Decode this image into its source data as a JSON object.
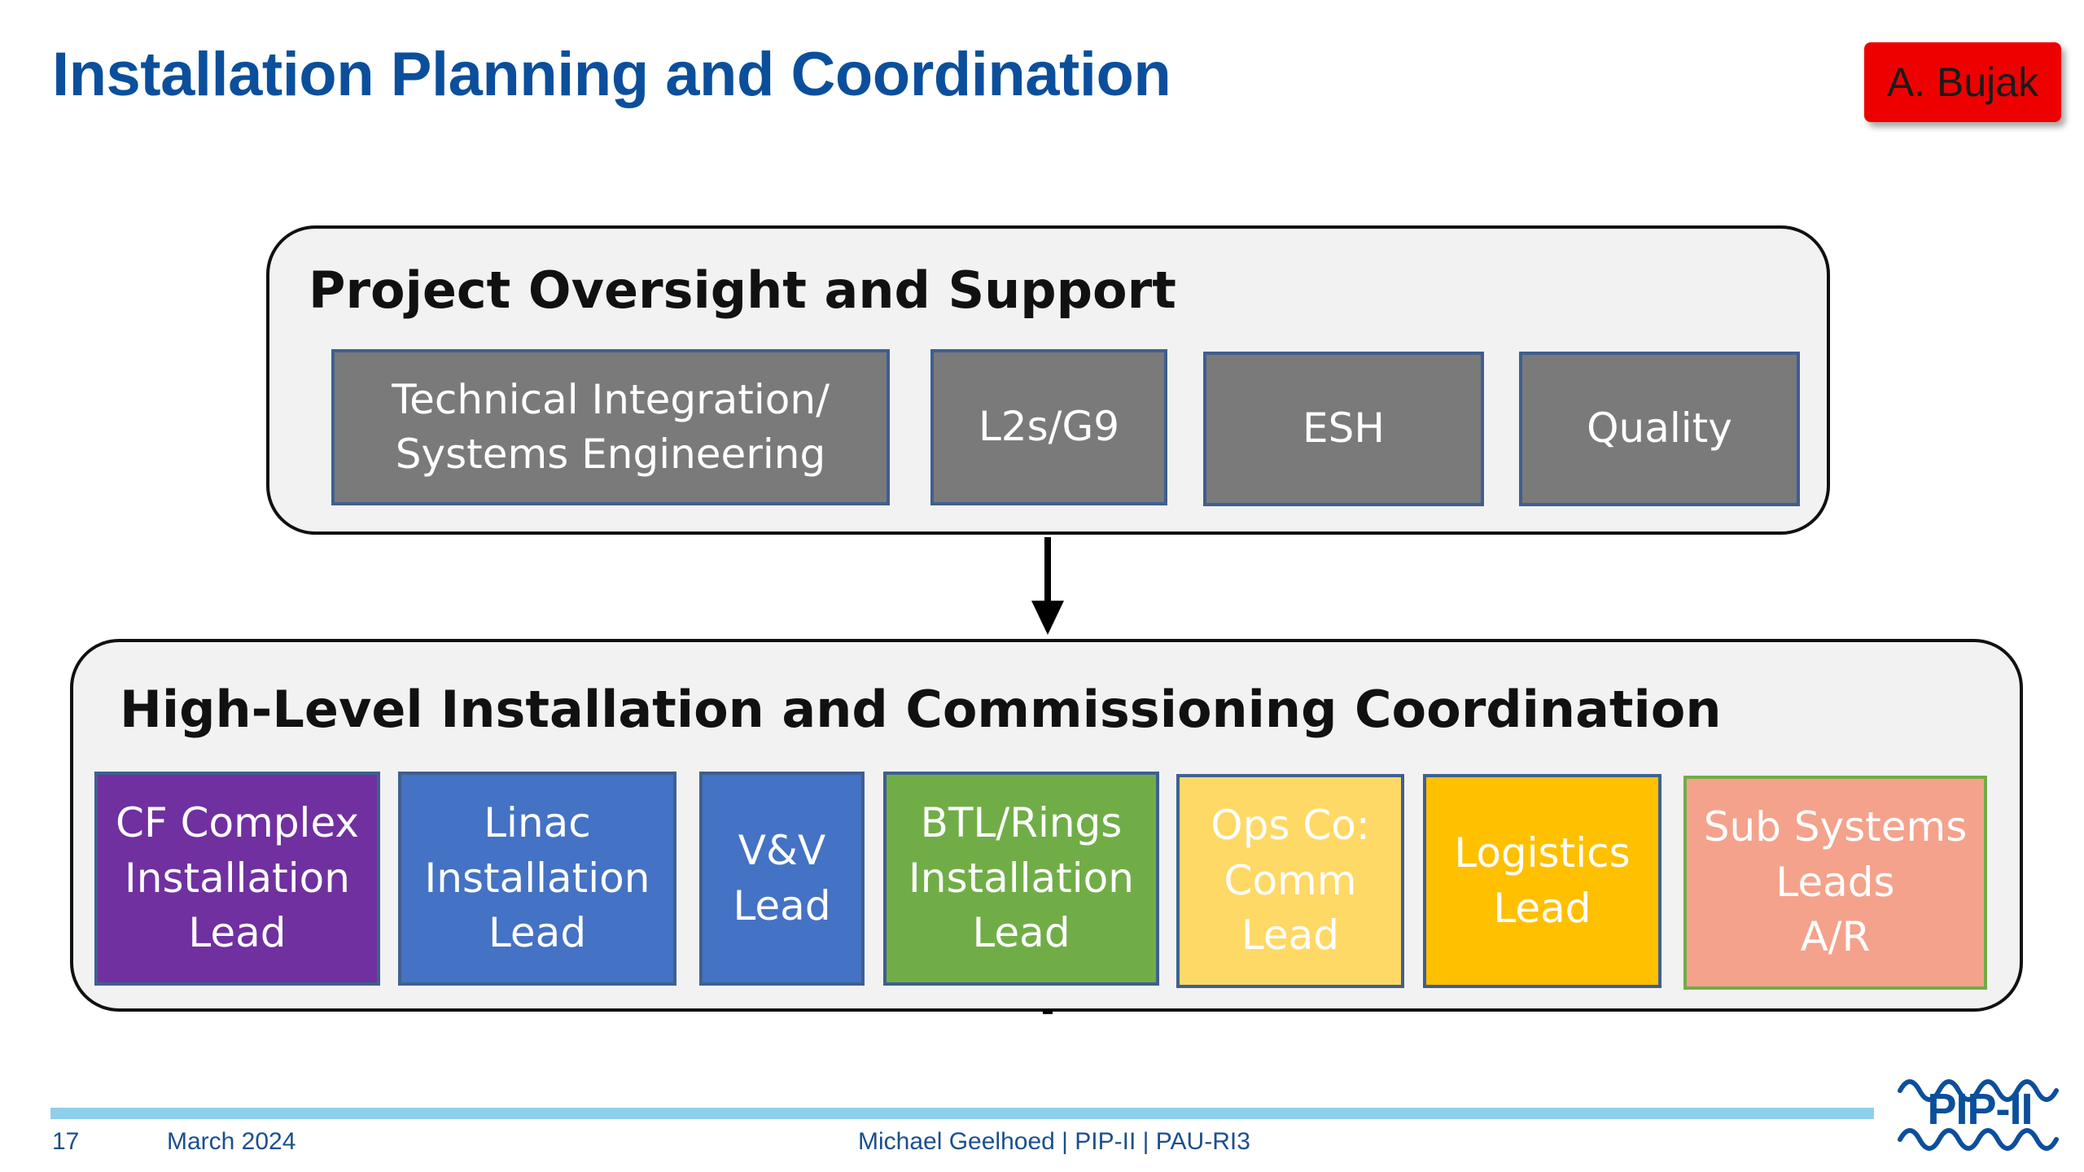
{
  "slide": {
    "title": "Installation Planning and Coordination",
    "author_badge": "A. Bujak"
  },
  "oversight": {
    "title": "Project Oversight and Support",
    "boxes": [
      {
        "label": "Technical Integration/\nSystems Engineering"
      },
      {
        "label": "L2s/G9"
      },
      {
        "label": "ESH"
      },
      {
        "label": "Quality"
      }
    ]
  },
  "coordination": {
    "title": "High-Level Installation and Commissioning Coordination",
    "boxes": [
      {
        "label": "CF Complex\nInstallation\nLead",
        "fill": "#7030a0",
        "text_color": "#ffffff",
        "border": "#3f5f8f"
      },
      {
        "label": "Linac\nInstallation\nLead",
        "fill": "#4472c4",
        "text_color": "#ffffff",
        "border": "#3f5f8f"
      },
      {
        "label": "V&V\nLead",
        "fill": "#4472c4",
        "text_color": "#ffffff",
        "border": "#3f5f8f"
      },
      {
        "label": "BTL/Rings\nInstallation\nLead",
        "fill": "#70ad47",
        "text_color": "#ffffff",
        "border": "#3f5f8f"
      },
      {
        "label": "Ops Co:\nComm\nLead",
        "fill": "#ffd966",
        "text_color": "#ffffff",
        "border": "#3f5f8f"
      },
      {
        "label": "Logistics\nLead",
        "fill": "#ffc000",
        "text_color": "#ffffff",
        "border": "#3f5f8f"
      },
      {
        "label": "Sub Systems\nLeads\nA/R",
        "fill": "#f4a28c",
        "text_color": "#ffffff",
        "border": "#70ad47"
      }
    ]
  },
  "footer": {
    "page_number": "17",
    "date": "March 2024",
    "credit": "Michael Geelhoed | PIP-II | PAU-RI3",
    "logo_text": "PIP-II"
  },
  "colors": {
    "title": "#0b4f9c",
    "badge": "#ee0000",
    "panel_fill": "#f2f2f2",
    "gray_box": "#7a7a7a",
    "footer_rule": "#8ecfec"
  }
}
